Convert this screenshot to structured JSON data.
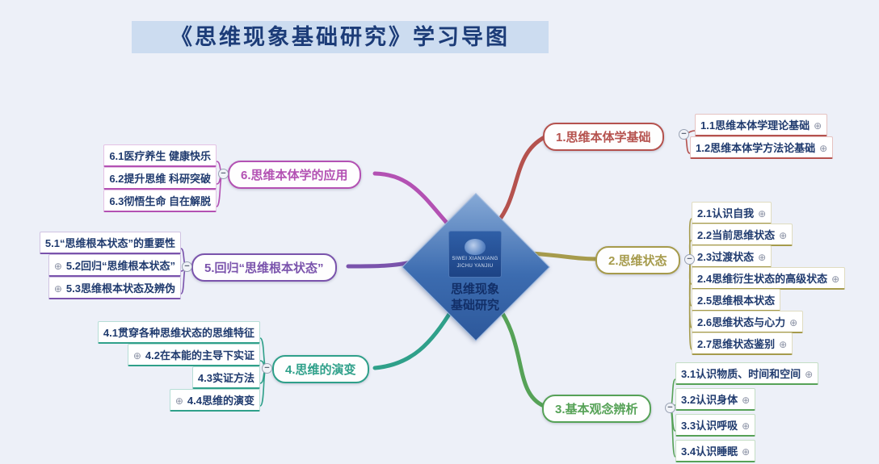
{
  "title": "《思维现象基础研究》学习导图",
  "center": {
    "title_line1": "思维现象",
    "title_line2": "基础研究",
    "logo_text1": "SIWEI XIANXIANG",
    "logo_text2": "JICHU YANJIU"
  },
  "icons": {
    "expand": "⊕",
    "collapse": "−"
  },
  "colors": {
    "background": "#edf0f8",
    "center_fill": "#3c6cb0",
    "subtopic_text": "#1f3a6e",
    "branch1": "#b5524e",
    "branch2": "#a69b4c",
    "branch3": "#56a257",
    "branch4": "#2fa08a",
    "branch5": "#7a53ac",
    "branch6": "#b351b3"
  },
  "branches": [
    {
      "label": "1.思维本体学基础",
      "children": [
        {
          "label": "1.1思维本体学理论基础",
          "expand": true
        },
        {
          "label": "1.2思维本体学方法论基础",
          "expand": true
        }
      ]
    },
    {
      "label": "2.思维状态",
      "children": [
        {
          "label": "2.1认识自我",
          "expand": true
        },
        {
          "label": "2.2当前思维状态",
          "expand": true
        },
        {
          "label": "2.3过渡状态",
          "expand": true
        },
        {
          "label": "2.4思维衍生状态的高级状态",
          "expand": true
        },
        {
          "label": "2.5思维根本状态",
          "expand": false
        },
        {
          "label": "2.6思维状态与心力",
          "expand": true
        },
        {
          "label": "2.7思维状态鉴别",
          "expand": true
        }
      ]
    },
    {
      "label": "3.基本观念辨析",
      "children": [
        {
          "label": "3.1认识物质、时间和空间",
          "expand": true
        },
        {
          "label": "3.2认识身体",
          "expand": true
        },
        {
          "label": "3.3认识呼吸",
          "expand": true
        },
        {
          "label": "3.4认识睡眠",
          "expand": true
        }
      ]
    },
    {
      "label": "4.思维的演变",
      "children": [
        {
          "label": "4.1贯穿各种思维状态的思维特征",
          "expand": false
        },
        {
          "label": "4.2在本能的主导下实证",
          "expand": true
        },
        {
          "label": "4.3实证方法",
          "expand": false
        },
        {
          "label": "4.4思维的演变",
          "expand": true
        }
      ]
    },
    {
      "label": "5.回归“思维根本状态”",
      "children": [
        {
          "label": "5.1“思维根本状态”的重要性",
          "expand": false
        },
        {
          "label": "5.2回归“思维根本状态”",
          "expand": true
        },
        {
          "label": "5.3思维根本状态及辨伪",
          "expand": true
        }
      ]
    },
    {
      "label": "6.思维本体学的应用",
      "children": [
        {
          "label": "6.1医疗养生 健康快乐",
          "expand": false
        },
        {
          "label": "6.2提升思维 科研突破",
          "expand": false
        },
        {
          "label": "6.3彻悟生命 自在解脱",
          "expand": false
        }
      ]
    }
  ]
}
